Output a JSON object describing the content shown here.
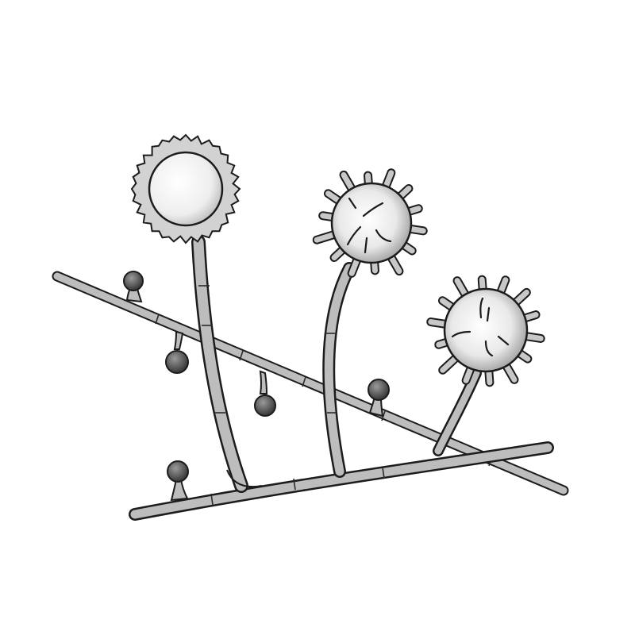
{
  "illustration": {
    "colors": {
      "background": "#ffffff",
      "outline": "#1c1c1c",
      "hypha_fill": "#bdbdbd",
      "halo_fill": "#d6d6d6",
      "vesicle_fill": "#f4f4f4",
      "bud_fill": "#555555"
    },
    "elements": [
      "hypha-upper",
      "hypha-lower",
      "stalk-left",
      "stalk-middle",
      "stalk-right",
      "sporangium-round",
      "sporangium-spiky-middle",
      "sporangium-spiky-right",
      "bud"
    ]
  }
}
